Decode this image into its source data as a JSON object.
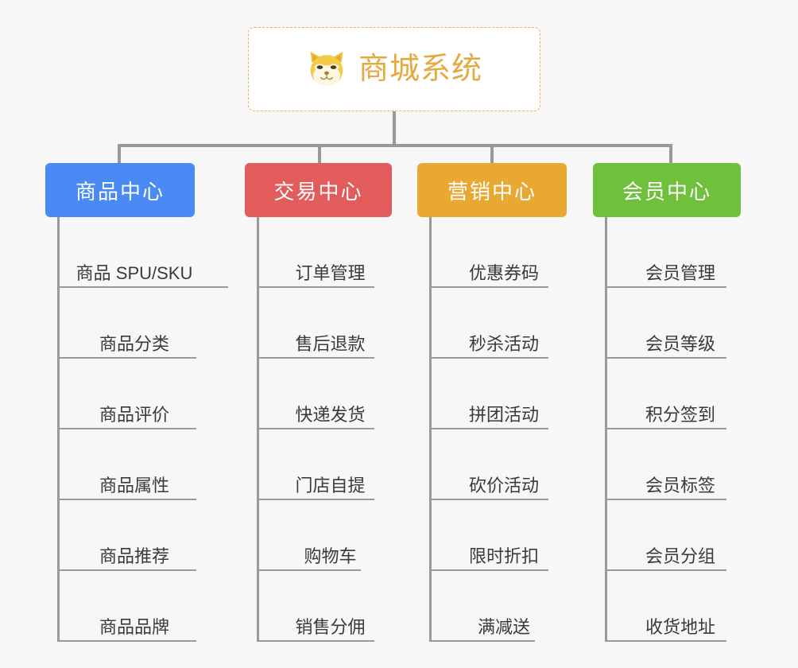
{
  "root": {
    "icon": "shiba-dog-emoji",
    "title": "商城系统"
  },
  "colors": {
    "background": "#f7f7f7",
    "root_border": "#e9b254",
    "root_title": "#e5a93f",
    "connector": "#999999",
    "item_rule": "#9a9a9a",
    "item_text": "#3a3a3a",
    "category_1": "#4a8af4",
    "category_2": "#e35c5c",
    "category_3": "#e8a831",
    "category_4": "#6fc03a"
  },
  "categories": [
    {
      "label": "商品中心",
      "color": "#4a8af4",
      "items": [
        "商品 SPU/SKU",
        "商品分类",
        "商品评价",
        "商品属性",
        "商品推荐",
        "商品品牌"
      ]
    },
    {
      "label": "交易中心",
      "color": "#e35c5c",
      "items": [
        "订单管理",
        "售后退款",
        "快递发货",
        "门店自提",
        "购物车",
        "销售分佣"
      ]
    },
    {
      "label": "营销中心",
      "color": "#e8a831",
      "items": [
        "优惠券码",
        "秒杀活动",
        "拼团活动",
        "砍价活动",
        "限时折扣",
        "满减送"
      ]
    },
    {
      "label": "会员中心",
      "color": "#6fc03a",
      "items": [
        "会员管理",
        "会员等级",
        "积分签到",
        "会员标签",
        "会员分组",
        "收货地址"
      ]
    }
  ]
}
